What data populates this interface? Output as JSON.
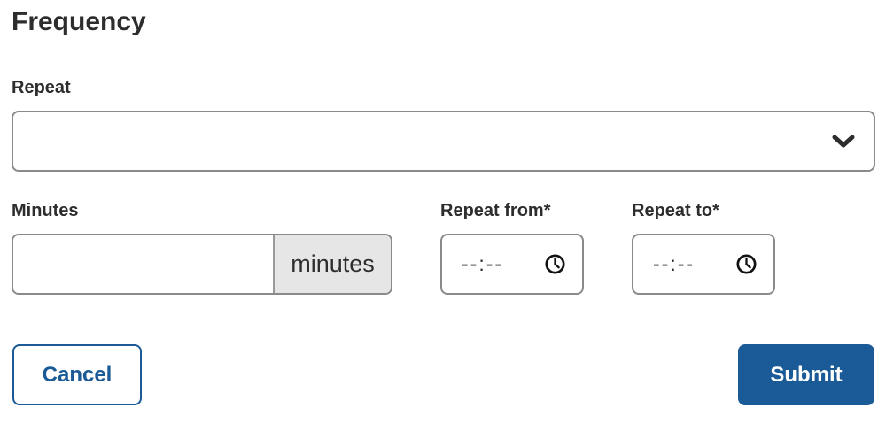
{
  "page": {
    "title": "Frequency"
  },
  "form": {
    "repeat": {
      "label": "Repeat",
      "selected_value": ""
    },
    "minutes": {
      "label": "Minutes",
      "value": "",
      "suffix": "minutes"
    },
    "repeat_from": {
      "label": "Repeat from*",
      "placeholder": "--:--"
    },
    "repeat_to": {
      "label": "Repeat to*",
      "placeholder": "--:--"
    }
  },
  "actions": {
    "cancel_label": "Cancel",
    "submit_label": "Submit"
  },
  "icons": {
    "chevron": "chevron-down-icon",
    "clock": "clock-icon"
  },
  "colors": {
    "primary_blue": "#1a5a96",
    "text": "#2d2d2d",
    "border_gray": "#8a8a8a",
    "addon_background": "#e6e6e6"
  }
}
